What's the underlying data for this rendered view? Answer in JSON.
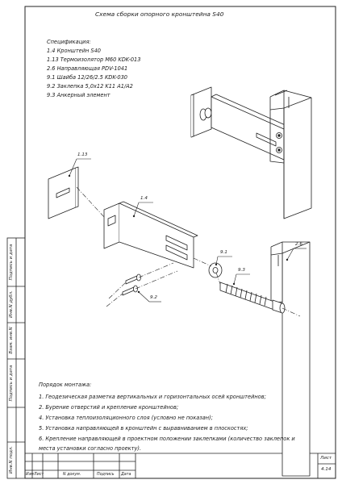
{
  "title": "Схема сборки опорного кронштейна S40",
  "spec": {
    "heading": "Спецификация:",
    "items": [
      "1.4   Кронштейн S40",
      "1.13  Термоизолятор M60 KDK-013",
      "2.6   Направляющая PDV-1041",
      "9.1   Шайба 12/26/2.5 KDK-030",
      "9.2   Заклепка 5,0x12 K11 A1/A2",
      "9.3   Анкерный элемент"
    ]
  },
  "callouts": {
    "c113": "1.13",
    "c14": "1.4",
    "c26": "2.6",
    "c91": "9.1",
    "c93": "9.3",
    "c92": "9.2"
  },
  "mounting": {
    "heading": "Порядок монтажа:",
    "steps": [
      "1. Геодезическая разметка вертикальных и горизонтальных осей кронштейнов;",
      "2. Бурение отверстий и крепление кронштейнов;",
      "4. Установка теплоизоляционного слоя (условно не показан);",
      "5. Установка направляющей в кронштейн с выравниванием в плоскостях;",
      "6. Крепление направляющей в проектном положении заклепками (количество заклепок и",
      "места установки согласно проекту)."
    ]
  },
  "side_stamp": [
    "Подпись и дата",
    "Инв.N дубл.",
    "Взам. инв.N",
    "Подпись и дата",
    "Инв.N подл."
  ],
  "title_block": {
    "cols": [
      "Изм",
      "Лист",
      "N докум.",
      "Подпись",
      "Дата"
    ],
    "sheet_label": "Лист",
    "sheet_number": "4.14"
  }
}
